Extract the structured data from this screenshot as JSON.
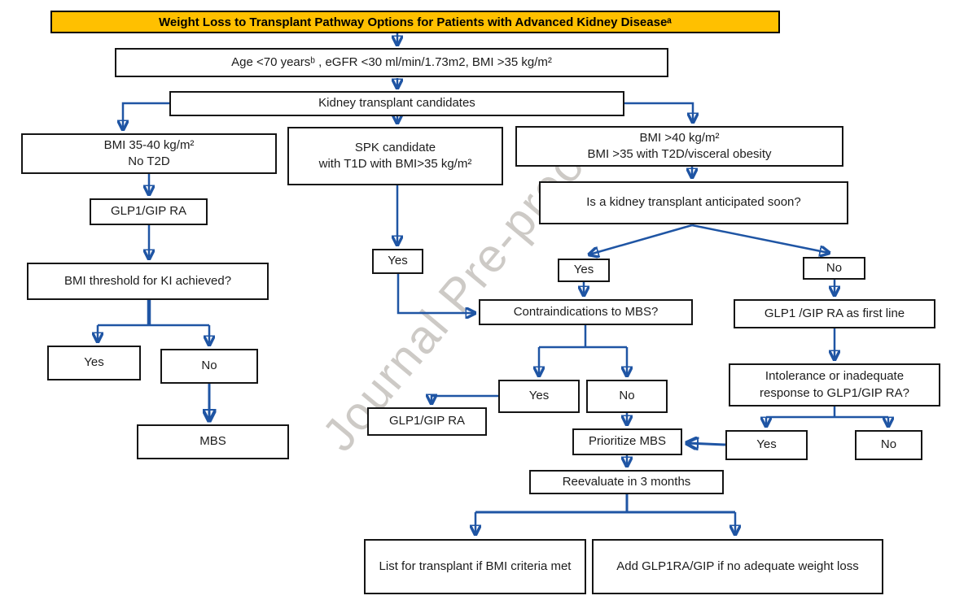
{
  "title": "Weight Loss to Transplant Pathway Options for Patients with Advanced Kidney Diseaseᵃ",
  "watermark": "Journal Pre-proof",
  "colors": {
    "title_bg": "#FFC000",
    "arrow": "#1F55A4",
    "box_border": "#151515",
    "watermark_gray": "#A49E98"
  },
  "nodes": {
    "age": {
      "label": "Age <70 yearsᵇ , eGFR <30 ml/min/1.73m2, BMI >35 kg/m²"
    },
    "kidney": {
      "label": "Kidney transplant candidates"
    },
    "bmi_35_40": {
      "label": "BMI 35-40 kg/m²\nNo T2D"
    },
    "glp1_gip_left": {
      "label": "GLP1/GIP RA"
    },
    "bmi_threshold": {
      "label": "BMI threshold for KI achieved?"
    },
    "yes_left": {
      "label": "Yes"
    },
    "no_left": {
      "label": "No"
    },
    "mbs": {
      "label": "MBS"
    },
    "spk": {
      "label": "SPK candidate\nwith T1D with BMI>35 kg/m²"
    },
    "yes_spk": {
      "label": "Yes"
    },
    "bmi_over_40": {
      "label": "BMI >40 kg/m²\nBMI >35 with T2D/visceral obesity"
    },
    "anticipated": {
      "label": "Is a kidney transplant anticipated soon?"
    },
    "yes_anticipated": {
      "label": "Yes"
    },
    "no_anticipated": {
      "label": "No"
    },
    "contraindications": {
      "label": "Contraindications to MBS?"
    },
    "glp1_first_line": {
      "label": "GLP1 /GIP RA as first line"
    },
    "yes_contra": {
      "label": "Yes"
    },
    "no_contra": {
      "label": "No"
    },
    "glp1_gip_mid": {
      "label": "GLP1/GIP RA"
    },
    "prioritize_mbs": {
      "label": "Prioritize MBS"
    },
    "intolerance": {
      "label": "Intolerance or inadequate\nresponse to GLP1/GIP RA?"
    },
    "yes_intolerance": {
      "label": "Yes"
    },
    "no_intolerance": {
      "label": "No"
    },
    "reevaluate": {
      "label": "Reevaluate in 3 months"
    },
    "list_transplant": {
      "label": "List for transplant if BMI criteria met"
    },
    "add_glp1": {
      "label": "Add GLP1RA/GIP if no adequate weight loss"
    }
  },
  "edges": [
    {
      "from": "title",
      "to": "age"
    },
    {
      "from": "age",
      "to": "kidney"
    },
    {
      "from": "kidney",
      "to": "bmi_35_40"
    },
    {
      "from": "kidney",
      "to": "spk"
    },
    {
      "from": "kidney",
      "to": "bmi_over_40"
    },
    {
      "from": "bmi_35_40",
      "to": "glp1_gip_left"
    },
    {
      "from": "glp1_gip_left",
      "to": "bmi_threshold"
    },
    {
      "from": "bmi_threshold",
      "to": "yes_left"
    },
    {
      "from": "bmi_threshold",
      "to": "no_left"
    },
    {
      "from": "no_left",
      "to": "mbs"
    },
    {
      "from": "spk",
      "to": "yes_spk"
    },
    {
      "from": "yes_spk",
      "to": "contraindications"
    },
    {
      "from": "bmi_over_40",
      "to": "anticipated"
    },
    {
      "from": "anticipated",
      "to": "yes_anticipated"
    },
    {
      "from": "anticipated",
      "to": "no_anticipated"
    },
    {
      "from": "yes_anticipated",
      "to": "contraindications"
    },
    {
      "from": "no_anticipated",
      "to": "glp1_first_line"
    },
    {
      "from": "contraindications",
      "to": "yes_contra"
    },
    {
      "from": "contraindications",
      "to": "no_contra"
    },
    {
      "from": "yes_contra",
      "to": "glp1_gip_mid"
    },
    {
      "from": "no_contra",
      "to": "prioritize_mbs"
    },
    {
      "from": "glp1_first_line",
      "to": "intolerance"
    },
    {
      "from": "intolerance",
      "to": "yes_intolerance"
    },
    {
      "from": "intolerance",
      "to": "no_intolerance"
    },
    {
      "from": "yes_intolerance",
      "to": "prioritize_mbs"
    },
    {
      "from": "prioritize_mbs",
      "to": "reevaluate"
    },
    {
      "from": "reevaluate",
      "to": "list_transplant"
    },
    {
      "from": "reevaluate",
      "to": "add_glp1"
    }
  ]
}
